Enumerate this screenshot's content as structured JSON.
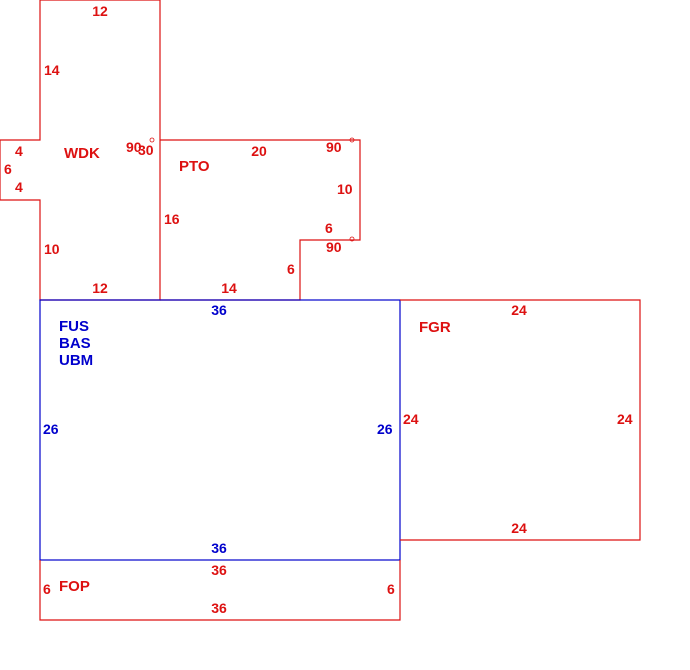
{
  "colors": {
    "red": "#dd1111",
    "blue": "#0000cc"
  },
  "areas": {
    "wdk": "WDK",
    "pto": "PTO",
    "fus": "FUS",
    "bas": "BAS",
    "ubm": "UBM",
    "fgr": "FGR",
    "fop": "FOP"
  },
  "dimensions": {
    "wdk_top": "12",
    "wdk_left_upper": "14",
    "wdk_notch_top": "4",
    "wdk_notch_side": "6",
    "wdk_notch_bottom": "4",
    "wdk_left_lower": "10",
    "wdk_bottom": "12",
    "wdk_angle": "90",
    "wdk_right": "30",
    "pto_top": "20",
    "pto_angle_top": "90",
    "pto_right": "10",
    "pto_step_top": "6",
    "pto_angle_bottom": "90",
    "pto_step_side": "6",
    "pto_left": "16",
    "pto_bottom": "14",
    "bas_top": "36",
    "bas_left": "26",
    "bas_right": "26",
    "bas_bottom": "36",
    "fgr_top": "24",
    "fgr_left": "24",
    "fgr_right": "24",
    "fgr_bottom": "24",
    "fop_top": "36",
    "fop_left": "6",
    "fop_right": "6",
    "fop_bottom": "36"
  }
}
